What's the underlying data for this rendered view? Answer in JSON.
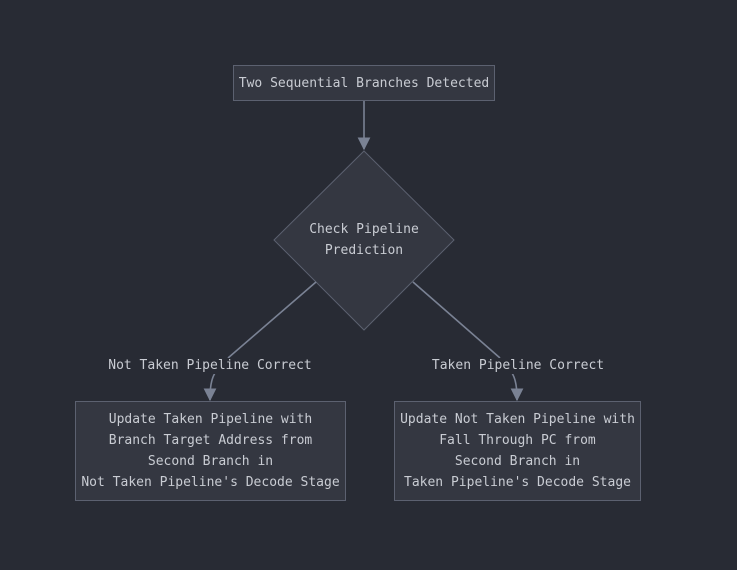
{
  "nodes": {
    "start": "Two Sequential Branches Detected",
    "decision": "Check Pipeline\nPrediction",
    "left_action": "Update Taken Pipeline with\nBranch Target Address from\nSecond Branch in\nNot Taken Pipeline's Decode Stage",
    "right_action": "Update Not Taken Pipeline with\nFall Through PC from\nSecond Branch in\nTaken Pipeline's Decode Stage"
  },
  "edges": {
    "left_label": "Not Taken Pipeline Correct",
    "right_label": "Taken Pipeline Correct"
  },
  "colors": {
    "background": "#282b34",
    "node_fill": "#343741",
    "node_stroke": "#5c6170",
    "edge": "#7a8294",
    "text": "#c9ccd3"
  }
}
